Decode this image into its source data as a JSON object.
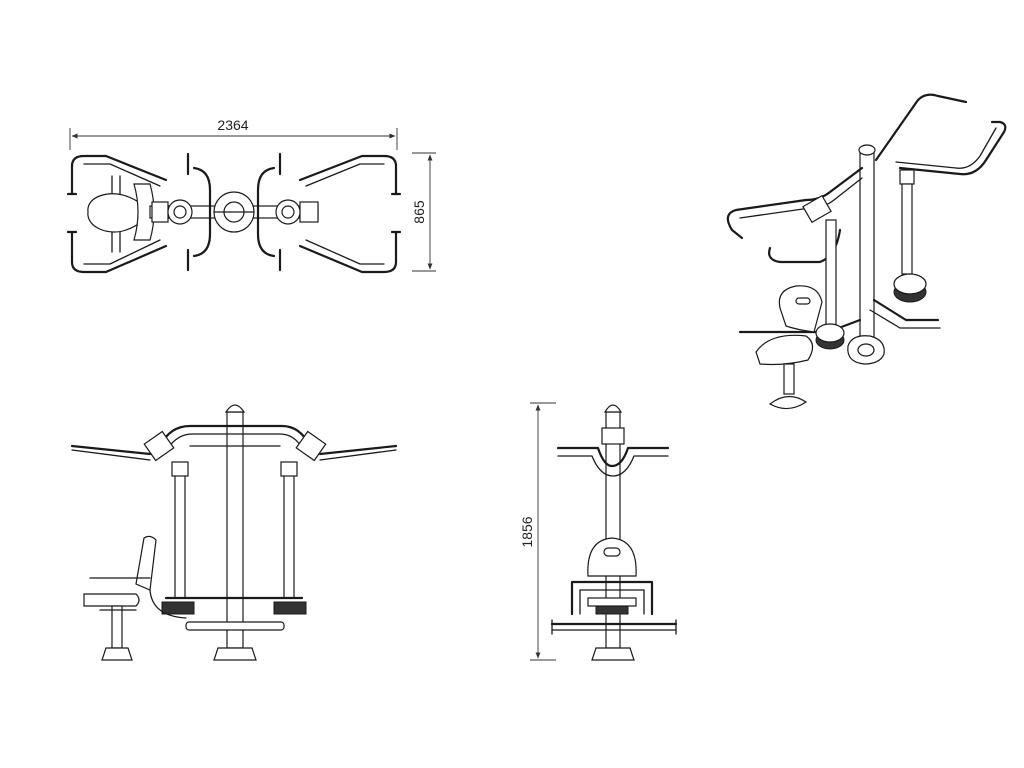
{
  "dimensions": {
    "width": "2364",
    "depth": "865",
    "height": "1856"
  },
  "colors": {
    "line": "#1a1a1a",
    "background": "#ffffff"
  }
}
